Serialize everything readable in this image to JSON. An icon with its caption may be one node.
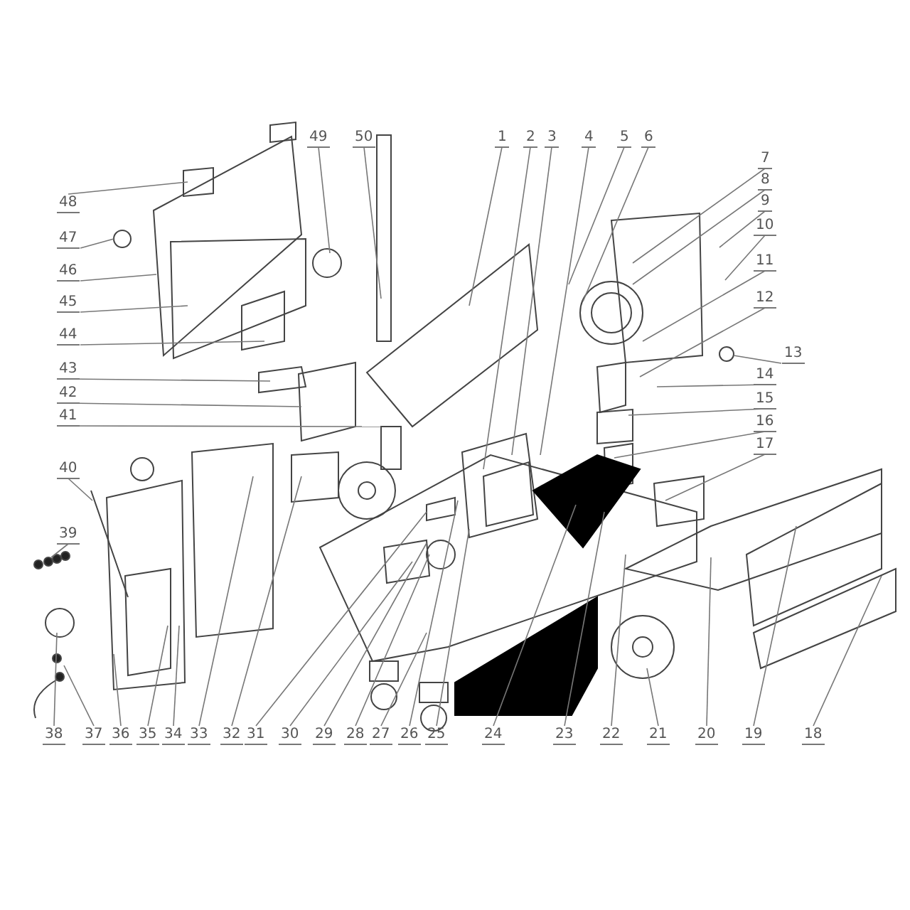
{
  "diagram": {
    "nodes": [
      {
        "text": [
          "1"
        ]
      },
      {
        "text": [
          "2"
        ]
      },
      {
        "text": [
          "3"
        ]
      },
      {
        "text": [
          "4"
        ]
      },
      {
        "text": [
          "5"
        ]
      },
      {
        "text": [
          "6"
        ]
      },
      {
        "text": [
          "7"
        ]
      },
      {
        "text": [
          "8"
        ]
      },
      {
        "text": [
          "9"
        ]
      },
      {
        "text": [
          "10"
        ]
      },
      {
        "text": [
          "11"
        ]
      },
      {
        "text": [
          "12"
        ]
      },
      {
        "text": [
          "13"
        ]
      },
      {
        "text": [
          "14"
        ]
      },
      {
        "text": [
          "15"
        ]
      },
      {
        "text": [
          "16"
        ]
      },
      {
        "text": [
          "17"
        ]
      },
      {
        "text": [
          "18"
        ]
      },
      {
        "text": [
          "19"
        ]
      },
      {
        "text": [
          "20"
        ]
      },
      {
        "text": [
          "21"
        ]
      },
      {
        "text": [
          "22"
        ]
      },
      {
        "text": [
          "23"
        ]
      },
      {
        "text": [
          "24"
        ]
      },
      {
        "text": [
          "25"
        ]
      },
      {
        "text": [
          "26"
        ]
      },
      {
        "text": [
          "27"
        ]
      },
      {
        "text": [
          "28"
        ]
      },
      {
        "text": [
          "29"
        ]
      },
      {
        "text": [
          "30"
        ]
      },
      {
        "text": [
          "31"
        ]
      },
      {
        "text": [
          "32"
        ]
      },
      {
        "text": [
          "33"
        ]
      },
      {
        "text": [
          "34"
        ]
      },
      {
        "text": [
          "35"
        ]
      },
      {
        "text": [
          "36"
        ]
      },
      {
        "text": [
          "37"
        ]
      },
      {
        "text": [
          "38"
        ]
      },
      {
        "text": [
          "39"
        ]
      },
      {
        "text": [
          "40"
        ]
      },
      {
        "text": [
          "41"
        ]
      },
      {
        "text": [
          "42"
        ]
      },
      {
        "text": [
          "43"
        ]
      },
      {
        "text": [
          "44"
        ]
      },
      {
        "text": [
          "45"
        ]
      },
      {
        "text": [
          "46"
        ]
      },
      {
        "text": [
          "47"
        ]
      },
      {
        "text": [
          "48"
        ]
      },
      {
        "text": [
          "49"
        ]
      },
      {
        "text": [
          "50"
        ]
      }
    ],
    "edges": [
      {
        "from": 0,
        "to": null,
        "arrow": "none"
      },
      {
        "from": 1,
        "to": null,
        "arrow": "none"
      },
      {
        "from": 2,
        "to": null,
        "arrow": "none"
      },
      {
        "from": 3,
        "to": null,
        "arrow": "none"
      },
      {
        "from": 4,
        "to": null,
        "arrow": "none"
      },
      {
        "from": 5,
        "to": null,
        "arrow": "none"
      },
      {
        "from": 6,
        "to": null,
        "arrow": "none"
      },
      {
        "from": 7,
        "to": null,
        "arrow": "none"
      },
      {
        "from": 8,
        "to": null,
        "arrow": "none"
      },
      {
        "from": 9,
        "to": null,
        "arrow": "none"
      },
      {
        "from": 10,
        "to": null,
        "arrow": "none"
      },
      {
        "from": 11,
        "to": null,
        "arrow": "none"
      },
      {
        "from": 12,
        "to": null,
        "arrow": "none"
      },
      {
        "from": 13,
        "to": null,
        "arrow": "none"
      },
      {
        "from": 14,
        "to": null,
        "arrow": "none"
      },
      {
        "from": 15,
        "to": null,
        "arrow": "none"
      },
      {
        "from": 16,
        "to": null,
        "arrow": "none"
      },
      {
        "from": 17,
        "to": null,
        "arrow": "none"
      },
      {
        "from": 18,
        "to": null,
        "arrow": "none"
      },
      {
        "from": 19,
        "to": null,
        "arrow": "none"
      },
      {
        "from": 20,
        "to": null,
        "arrow": "none"
      },
      {
        "from": 21,
        "to": null,
        "arrow": "none"
      },
      {
        "from": 22,
        "to": null,
        "arrow": "none"
      },
      {
        "from": 23,
        "to": null,
        "arrow": "none"
      },
      {
        "from": 24,
        "to": null,
        "arrow": "none"
      },
      {
        "from": 25,
        "to": null,
        "arrow": "none"
      },
      {
        "from": 26,
        "to": null,
        "arrow": "none"
      },
      {
        "from": 27,
        "to": null,
        "arrow": "none"
      },
      {
        "from": 28,
        "to": null,
        "arrow": "none"
      },
      {
        "from": 29,
        "to": null,
        "arrow": "none"
      },
      {
        "from": 30,
        "to": null,
        "arrow": "none"
      },
      {
        "from": 31,
        "to": null,
        "arrow": "none"
      },
      {
        "from": 32,
        "to": null,
        "arrow": "none"
      },
      {
        "from": 33,
        "to": null,
        "arrow": "none"
      },
      {
        "from": 34,
        "to": null,
        "arrow": "none"
      },
      {
        "from": 35,
        "to": null,
        "arrow": "none"
      },
      {
        "from": 36,
        "to": null,
        "arrow": "none"
      },
      {
        "from": 37,
        "to": null,
        "arrow": "none"
      },
      {
        "from": 38,
        "to": null,
        "arrow": "none"
      },
      {
        "from": 39,
        "to": null,
        "arrow": "none"
      },
      {
        "from": 40,
        "to": null,
        "arrow": "none"
      },
      {
        "from": 41,
        "to": null,
        "arrow": "none"
      },
      {
        "from": 42,
        "to": null,
        "arrow": "none"
      },
      {
        "from": 43,
        "to": null,
        "arrow": "none"
      },
      {
        "from": 44,
        "to": null,
        "arrow": "none"
      },
      {
        "from": 45,
        "to": null,
        "arrow": "none"
      },
      {
        "from": 46,
        "to": null,
        "arrow": "none"
      },
      {
        "from": 47,
        "to": null,
        "arrow": "none"
      },
      {
        "from": 48,
        "to": null,
        "arrow": "none"
      },
      {
        "from": 49,
        "to": null,
        "arrow": "none"
      }
    ]
  }
}
